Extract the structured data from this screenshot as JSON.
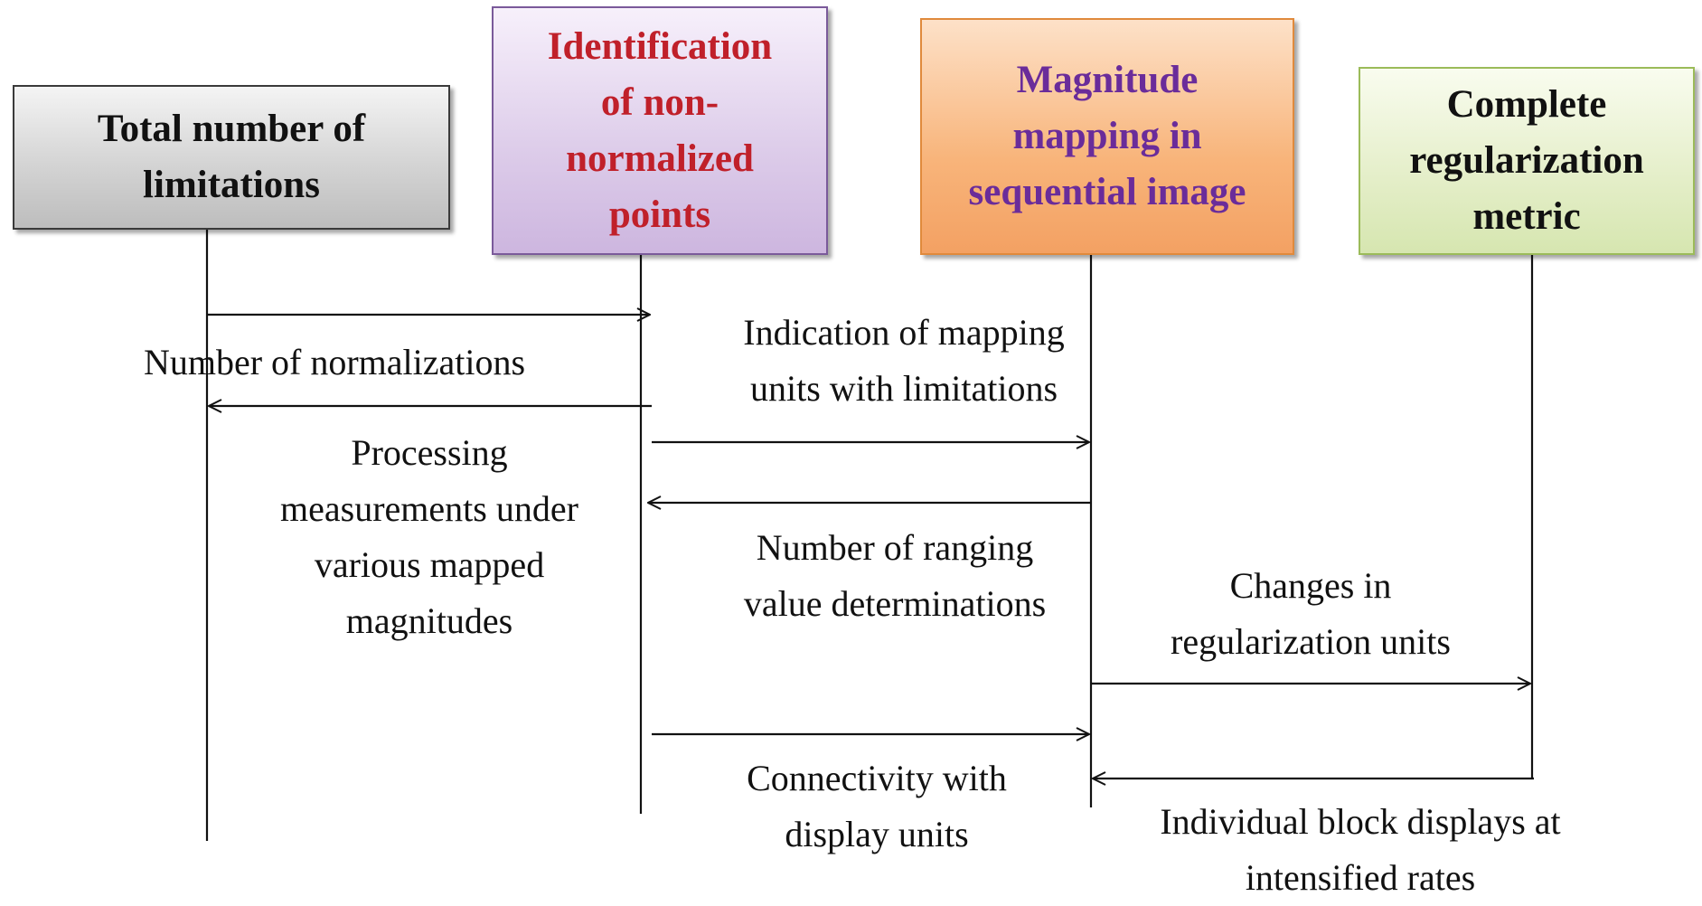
{
  "participants": {
    "total_limitations": [
      "Total number of",
      "limitations"
    ],
    "identification": [
      "Identification",
      "of non-",
      "normalized",
      "points"
    ],
    "magnitude_mapping": [
      "Magnitude",
      "mapping in",
      "sequential image"
    ],
    "complete_regularization": [
      "Complete",
      "regularization",
      "metric"
    ]
  },
  "messages": {
    "number_of_normalizations": [
      "Number of normalizations"
    ],
    "indication_of_mapping": [
      "Indication of mapping",
      "units with limitations"
    ],
    "processing_measurements": [
      "Processing",
      "measurements under",
      "various mapped",
      "magnitudes"
    ],
    "number_of_ranging": [
      "Number of ranging",
      "value determinations"
    ],
    "changes_in_regularization": [
      "Changes in",
      "regularization units"
    ],
    "connectivity": [
      "Connectivity with",
      "display units"
    ],
    "individual_block": [
      "Individual block displays at",
      "intensified rates"
    ]
  },
  "colors": {
    "gray_box": "#cfcfcf",
    "purple_box": "#dccbe9",
    "orange_box": "#f8b47a",
    "green_box": "#e4eec8",
    "identification_text": "#c0202a",
    "magnitude_text": "#6a2c9a",
    "lines": "#111111"
  }
}
